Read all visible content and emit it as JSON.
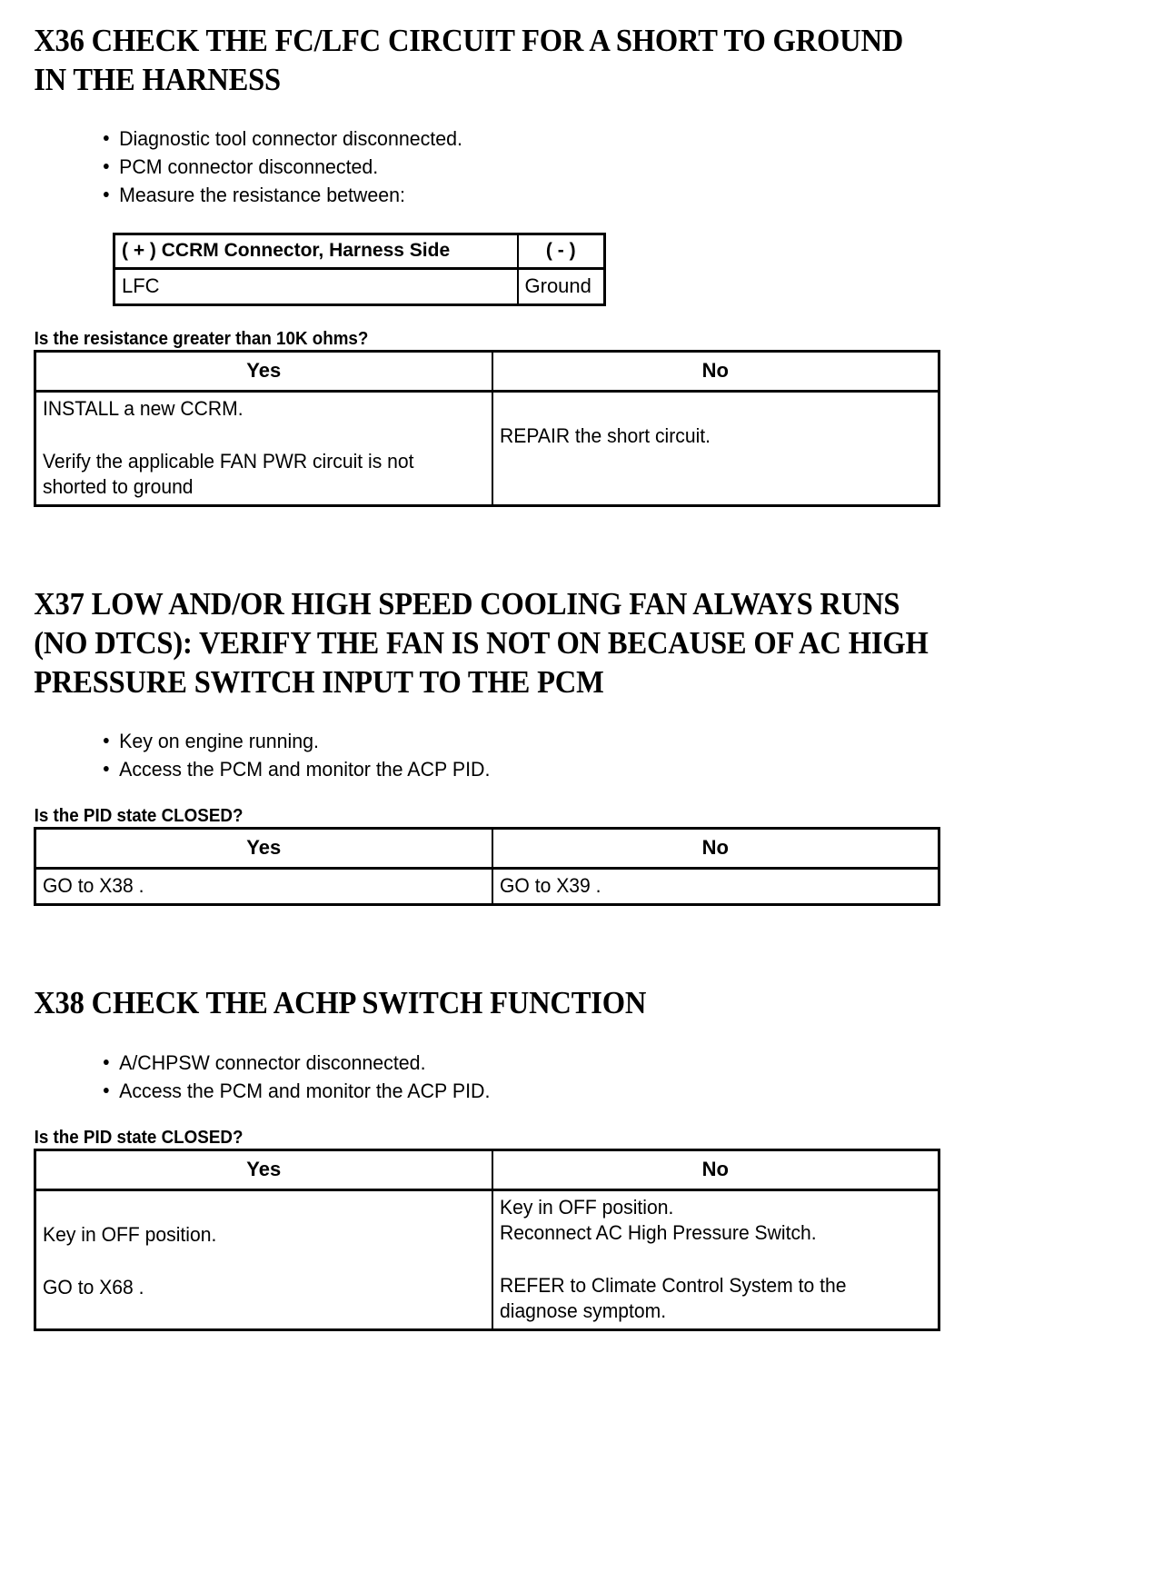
{
  "document": {
    "type": "automotive-diagnostic-pinpoint-test",
    "sections": [
      {
        "id": "X36",
        "title": "X36 CHECK THE FC/LFC CIRCUIT FOR A SHORT TO GROUND IN THE HARNESS",
        "title_lines": [
          "X36 CHECK THE FC/LFC CIRCUIT FOR A SHORT TO GROUND",
          "IN THE HARNESS"
        ],
        "bullets": [
          "Diagnostic tool connector disconnected.",
          "PCM connector disconnected.",
          "Measure the resistance between:"
        ],
        "measurement_table": {
          "headers": [
            "( + ) CCRM Connector, Harness Side",
            "( - )"
          ],
          "rows": [
            [
              "LFC",
              "Ground"
            ]
          ]
        },
        "question": "Is the resistance greater than 10K ohms?",
        "decision_table": {
          "headers": [
            "Yes",
            "No"
          ],
          "yes_lines": [
            "INSTALL a new CCRM.",
            "",
            "Verify the applicable FAN PWR circuit is not",
            "shorted to ground"
          ],
          "no_lines": [
            "REPAIR the short circuit."
          ]
        }
      },
      {
        "id": "X37",
        "title": "X37 LOW AND/OR HIGH SPEED COOLING FAN ALWAYS RUNS (NO DTCS): VERIFY THE FAN IS NOT ON BECAUSE OF AC HIGH PRESSURE SWITCH INPUT TO THE PCM",
        "title_lines": [
          "X37 LOW AND/OR HIGH SPEED COOLING FAN ALWAYS RUNS",
          "(NO DTCS): VERIFY THE FAN IS NOT ON BECAUSE OF AC HIGH",
          "PRESSURE SWITCH INPUT TO THE PCM"
        ],
        "bullets": [
          "Key on engine running.",
          "Access the PCM and monitor the ACP PID."
        ],
        "question": "Is the PID state CLOSED?",
        "decision_table": {
          "headers": [
            "Yes",
            "No"
          ],
          "yes_lines": [
            "GO to X38 ."
          ],
          "no_lines": [
            "GO to X39 ."
          ]
        }
      },
      {
        "id": "X38",
        "title": "X38 CHECK THE ACHP SWITCH FUNCTION",
        "title_lines": [
          "X38 CHECK THE ACHP SWITCH FUNCTION"
        ],
        "bullets": [
          "A/CHPSW connector disconnected.",
          "Access the PCM and monitor the ACP PID."
        ],
        "question": "Is the PID state CLOSED?",
        "decision_table": {
          "headers": [
            "Yes",
            "No"
          ],
          "yes_lines": [
            "",
            "Key in OFF position.",
            "",
            "GO to X68 ."
          ],
          "no_lines": [
            "Key in OFF position.",
            "Reconnect AC High Pressure Switch.",
            "",
            "REFER to Climate Control System to the",
            "diagnose symptom."
          ]
        }
      }
    ]
  },
  "colors": {
    "text": "#000000",
    "background": "#ffffff",
    "border": "#000000"
  }
}
